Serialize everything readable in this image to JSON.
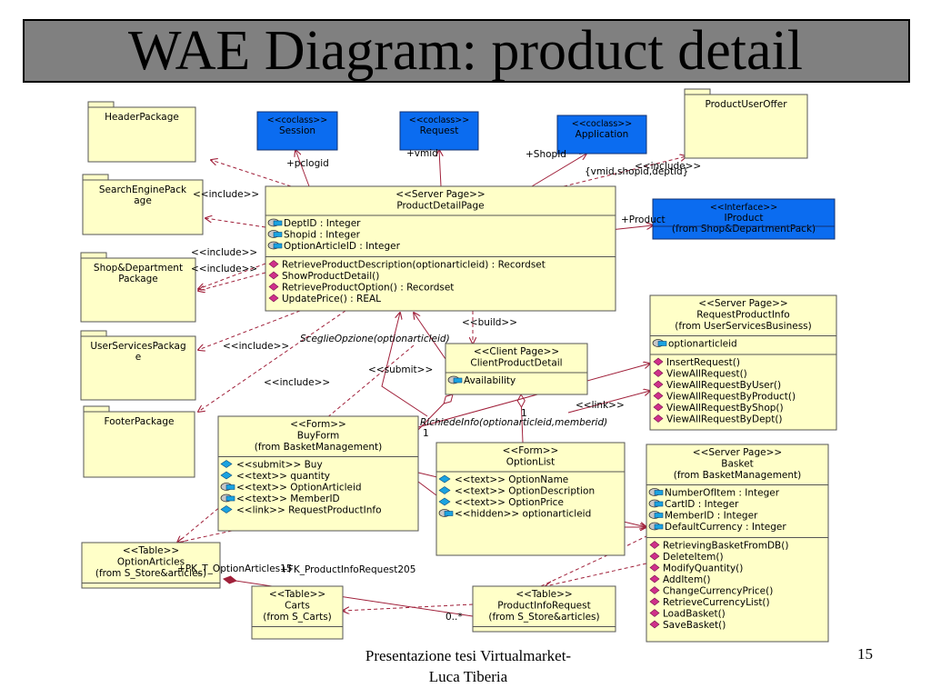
{
  "title": "WAE Diagram: product detail",
  "footer": {
    "line1": "Presentazione tesi Virtualmarket-",
    "line2": "Luca Tiberia",
    "page": "15"
  },
  "colors": {
    "class_fill": "#ffffc8",
    "interface_fill": "#0b6cf0",
    "line": "#a0203a",
    "titlebar": "#808080"
  },
  "packages": {
    "header": [
      "HeaderPackage"
    ],
    "search": [
      "SearchEnginePack",
      "age"
    ],
    "shop": [
      "Shop&Department",
      "Package"
    ],
    "userservices": [
      "UserServicesPackag",
      "e"
    ],
    "footer": [
      "FooterPackage"
    ],
    "productuseroffer": [
      "ProductUserOffer"
    ]
  },
  "interfaces": {
    "session": [
      "<<coclass>>",
      "Session"
    ],
    "request": [
      "<<coclass>>",
      "Request"
    ],
    "application": [
      "<<coclass>>",
      "Application"
    ],
    "iproduct": [
      "<<Interface>>",
      "IProduct",
      "(from Shop&DepartmentPack)"
    ]
  },
  "classes": {
    "productdetail": {
      "header": [
        "<<Server Page>>",
        "ProductDetailPage"
      ],
      "attributes": [
        "DeptID : Integer",
        "Shopid : Integer",
        "OptionArticleID : Integer"
      ],
      "operations": [
        "RetrieveProductDescription(optionarticleid) : Recordset",
        "ShowProductDetail()",
        "RetrieveProductOption() : Recordset",
        "UpdatePrice() : REAL"
      ]
    },
    "clientproduct": {
      "header": [
        "<<Client Page>>",
        "ClientProductDetail"
      ],
      "attributes": [
        "Availability"
      ],
      "operations": []
    },
    "requestproduct": {
      "header": [
        "<<Server Page>>",
        "RequestProductInfo",
        "(from UserServicesBusiness)"
      ],
      "attributes": [
        "optionarticleid"
      ],
      "operations": [
        "InsertRequest()",
        "ViewAllRequest()",
        "ViewAllRequestByUser()",
        "ViewAllRequestByProduct()",
        "ViewAllRequestByShop()",
        "ViewAllRequestByDept()"
      ]
    },
    "buyform": {
      "header": [
        "<<Form>>",
        "BuyForm",
        "(from BasketManagement)"
      ],
      "attributes": [
        "<<submit>> Buy",
        "<<text>> quantity",
        "<<text>> OptionArticleid",
        "<<text>> MemberID",
        "<<link>> RequestProductInfo"
      ],
      "operations": []
    },
    "optionlist": {
      "header": [
        "<<Form>>",
        "OptionList"
      ],
      "attributes": [
        "<<text>> OptionName",
        "<<text>> OptionDescription",
        "<<text>> OptionPrice",
        "<<hidden>> optionarticleid"
      ],
      "operations": []
    },
    "basket": {
      "header": [
        "<<Server Page>>",
        "Basket",
        "(from BasketManagement)"
      ],
      "attributes": [
        "NumberOfItem : Integer",
        "CartID : Integer",
        "MemberID : Integer",
        "DefaultCurrency : Integer"
      ],
      "operations": [
        "RetrievingBasketFromDB()",
        "DeleteItem()",
        "ModifyQuantity()",
        "AddItem()",
        "ChangeCurrencyPrice()",
        "RetrieveCurrencyList()",
        "LoadBasket()",
        "SaveBasket()"
      ]
    },
    "optionarticles": {
      "header": [
        "<<Table>>",
        "OptionArticles",
        "(from S_Store&articles)"
      ],
      "attributes": [],
      "operations": []
    },
    "carts": {
      "header": [
        "<<Table>>",
        "Carts",
        "(from S_Carts)"
      ],
      "attributes": [],
      "operations": []
    },
    "productinforequest": {
      "header": [
        "<<Table>>",
        "ProductInfoRequest",
        "(from S_Store&articles)"
      ],
      "attributes": [],
      "operations": []
    }
  },
  "edge_labels": {
    "pclogid": "+pclogid",
    "vmid": "+vmid",
    "shopid": "+ShopId",
    "include_top": "<<include>>",
    "vmid_list": "{vmid,shopid,deptid}",
    "include_search": "<<include>>",
    "product": "+Product",
    "include_shop1": "<<include>>",
    "include_shop2": "<<include>>",
    "build": "<<build>>",
    "sceglie": "SceglieOpzione(optionarticleid)",
    "include_us": "<<include>>",
    "submit": "<<submit>>",
    "include_footer": "<<include>>",
    "link": "<<link>>",
    "richiede": "RichiedeInfo(optionarticleid,memberid)",
    "mult1a": "1",
    "mult1b": "1",
    "pk_opt": "+PK_T_OptionArticles15",
    "fk_pir": "+FK_ProductInfoRequest205",
    "mult_many": "0..*"
  }
}
